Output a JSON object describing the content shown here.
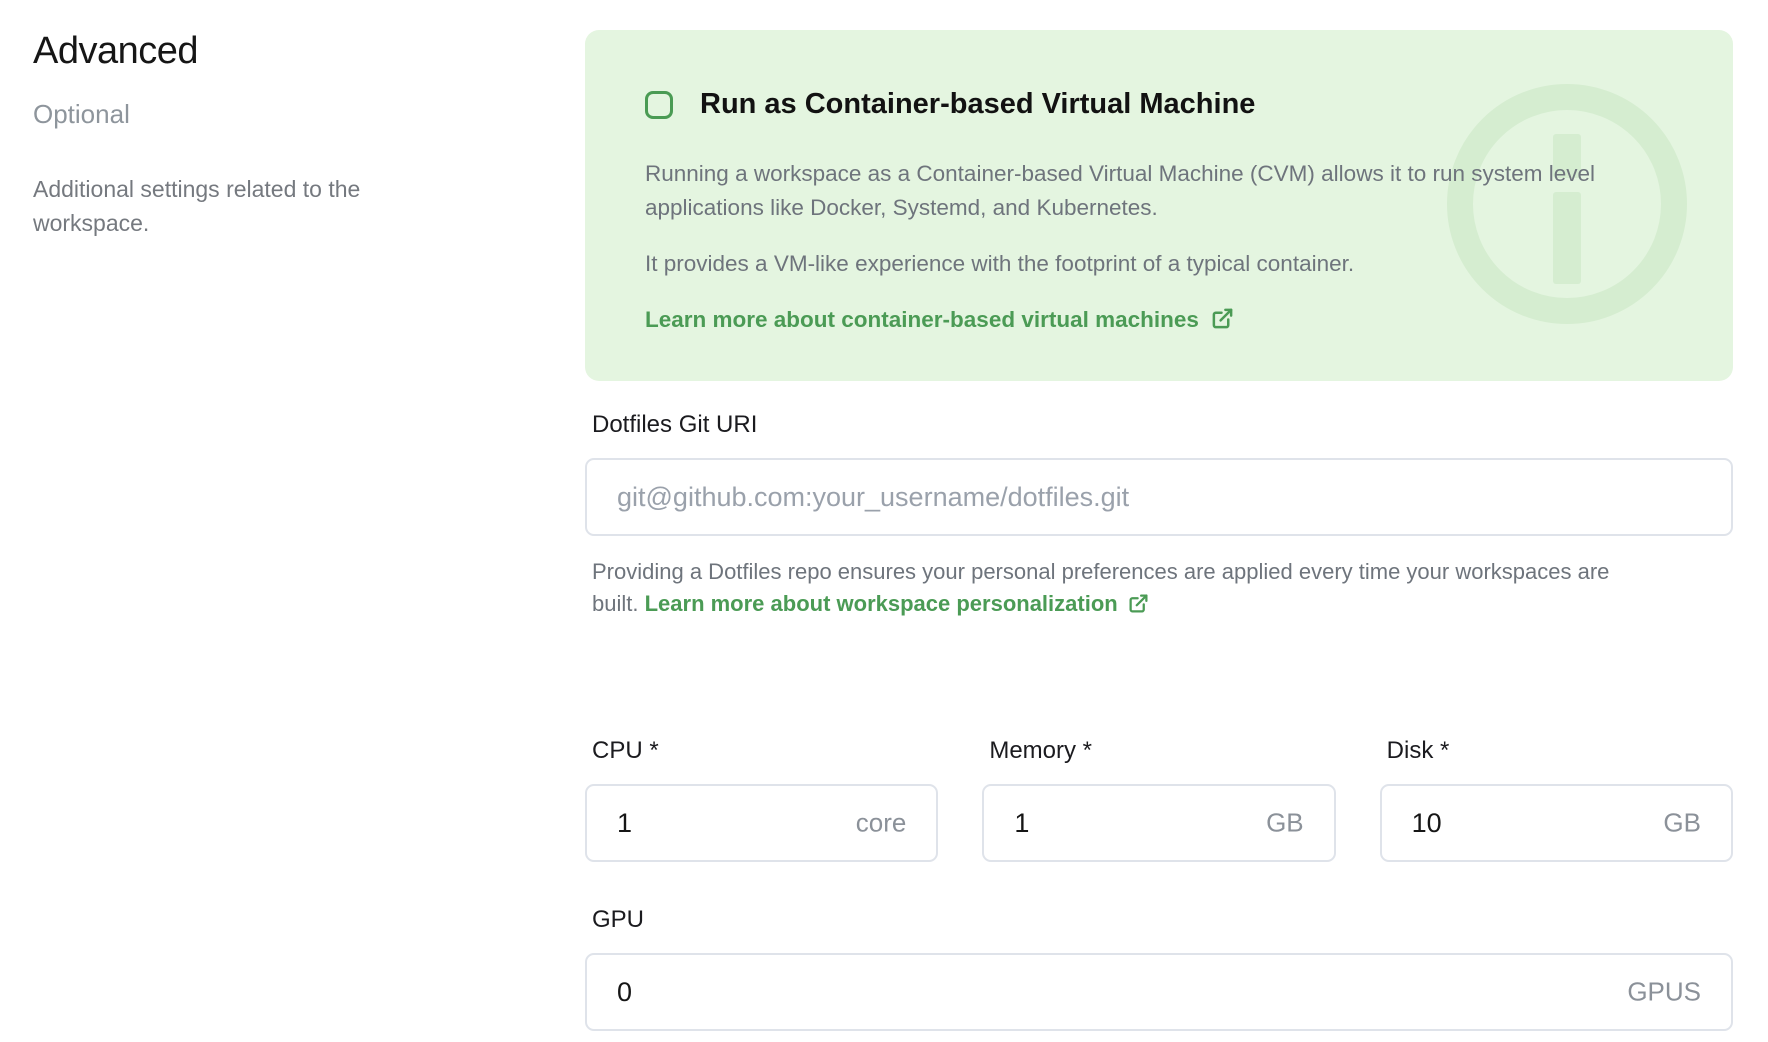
{
  "left_panel": {
    "title": "Advanced",
    "subtitle": "Optional",
    "description": "Additional settings related to the workspace."
  },
  "cvm_box": {
    "checkbox_checked": false,
    "checkbox_label": "Run as Container-based Virtual Machine",
    "paragraph1": "Running a workspace as a Container-based Virtual Machine (CVM) allows it to run system level applications like Docker, Systemd, and Kubernetes.",
    "paragraph2": "It provides a VM-like experience with the footprint of a typical container.",
    "link_label": "Learn more about container-based virtual machines",
    "link_icon": "external-link-icon",
    "watermark_icon": "info-icon"
  },
  "dotfiles": {
    "label": "Dotfiles Git URI",
    "value": "",
    "placeholder": "git@github.com:your_username/dotfiles.git",
    "help_prefix": "Providing a Dotfiles repo ensures your personal preferences are applied every time your workspaces are built. ",
    "help_link_label": "Learn more about workspace personalization",
    "help_link_icon": "external-link-icon"
  },
  "resources": {
    "cpu": {
      "label": "CPU *",
      "value": "1",
      "unit": "core"
    },
    "memory": {
      "label": "Memory *",
      "value": "1",
      "unit": "GB"
    },
    "disk": {
      "label": "Disk *",
      "value": "10",
      "unit": "GB"
    },
    "gpu": {
      "label": "GPU",
      "value": "0",
      "unit": "GPUS"
    }
  },
  "colors": {
    "accent_green": "#4a9b54",
    "callout_background": "#e4f5e0",
    "watermark_green": "#d5edd0",
    "body_gray": "#6e747c",
    "input_border": "#dfe3ea",
    "placeholder_gray": "#9aa1ab"
  }
}
